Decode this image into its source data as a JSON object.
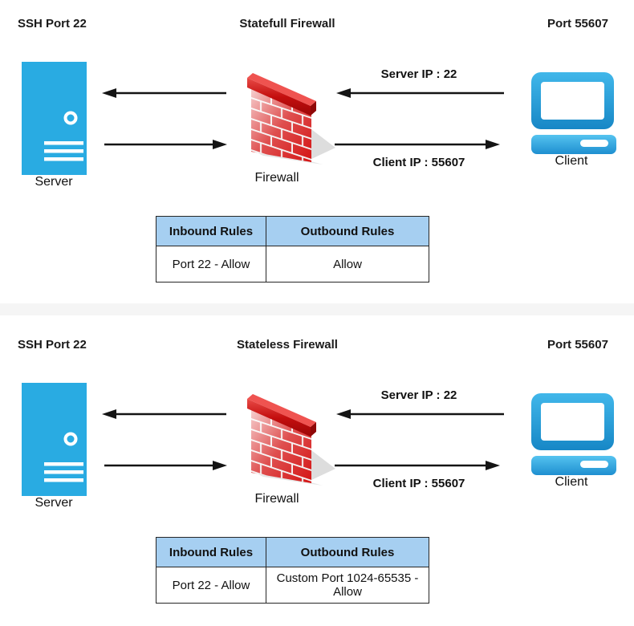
{
  "colors": {
    "server_fill": "#29ABE2",
    "client_blue_top": "#41B7EA",
    "client_blue_bottom": "#1787C6",
    "brick_red": "#D41414",
    "cap_red": "#C40F0F",
    "table_header_bg": "#A6CFF1",
    "separator_bg": "#F5F5F5",
    "arrow_color": "#141414"
  },
  "icons": {
    "server": "server-tower-icon",
    "firewall": "brick-wall-icon",
    "client": "desktop-computer-icon"
  },
  "diagrams": [
    {
      "heading_left": "SSH Port 22",
      "heading_center": "Statefull Firewall",
      "heading_right": "Port 55607",
      "server_label": "Server",
      "firewall_label": "Firewall",
      "client_label": "Client",
      "arrow_to_server_label": "Server IP : 22",
      "arrow_to_client_label": "Client IP : 55607",
      "table": {
        "headers": [
          "Inbound Rules",
          "Outbound Rules"
        ],
        "rows": [
          [
            "Port 22 - Allow",
            "Allow"
          ]
        ]
      }
    },
    {
      "heading_left": "SSH Port 22",
      "heading_center": "Stateless Firewall",
      "heading_right": "Port 55607",
      "server_label": "Server",
      "firewall_label": "Firewall",
      "client_label": "Client",
      "arrow_to_server_label": "Server IP : 22",
      "arrow_to_client_label": "Client IP : 55607",
      "table": {
        "headers": [
          "Inbound Rules",
          "Outbound Rules"
        ],
        "rows": [
          [
            "Port 22 - Allow",
            "Custom Port 1024-65535 - Allow"
          ]
        ]
      }
    }
  ]
}
